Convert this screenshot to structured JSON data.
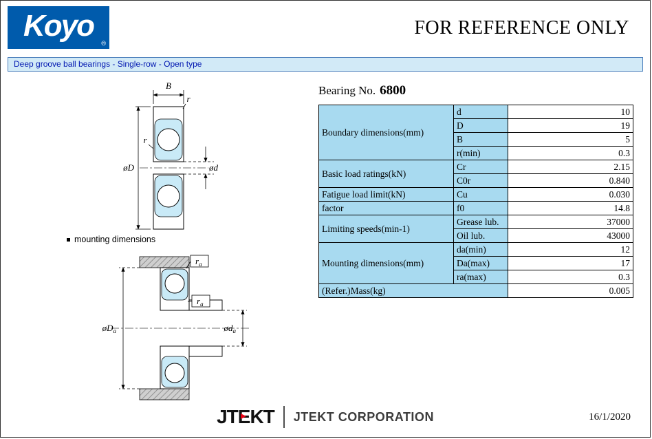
{
  "header": {
    "logo": "Koyo",
    "registered": "®",
    "reference": "FOR REFERENCE ONLY"
  },
  "banner": {
    "text": "Deep groove ball bearings - Single-row - Open type"
  },
  "title": {
    "prefix": "Bearing No.",
    "number": "6800"
  },
  "drawing": {
    "dim_B": "B",
    "dim_r_outer": "r",
    "dim_r_inner": "r",
    "dim_oD": "øD",
    "dim_od": "ød",
    "mounting_note": "mounting dimensions",
    "dim_ra_top": {
      "base": "r",
      "sub": "a"
    },
    "dim_ra_mid": {
      "base": "r",
      "sub": "a"
    },
    "dim_oDa": {
      "base": "øD",
      "sub": "a"
    },
    "dim_oda": {
      "base": "ød",
      "sub": "a"
    }
  },
  "table": {
    "groups": [
      {
        "label": "Boundary dimensions(mm)",
        "rows": [
          {
            "param": "d",
            "value": "10"
          },
          {
            "param": "D",
            "value": "19"
          },
          {
            "param": "B",
            "value": "5"
          },
          {
            "param": "r(min)",
            "value": "0.3"
          }
        ]
      },
      {
        "label": "Basic load ratings(kN)",
        "rows": [
          {
            "param": "Cr",
            "value": "2.15"
          },
          {
            "param": "C0r",
            "value": "0.840"
          }
        ]
      },
      {
        "label": "Fatigue load limit(kN)",
        "rows": [
          {
            "param": "Cu",
            "value": "0.030"
          }
        ]
      },
      {
        "label": "factor",
        "rows": [
          {
            "param": "f0",
            "value": "14.8"
          }
        ]
      },
      {
        "label": "Limiting speeds(min-1)",
        "rows": [
          {
            "param": "Grease lub.",
            "value": "37000"
          },
          {
            "param": "Oil lub.",
            "value": "43000"
          }
        ]
      },
      {
        "label": "Mounting dimensions(mm)",
        "rows": [
          {
            "param": "da(min)",
            "value": "12"
          },
          {
            "param": "Da(max)",
            "value": "17"
          },
          {
            "param": "ra(max)",
            "value": "0.3"
          }
        ]
      }
    ],
    "mass": {
      "label": "(Refer.)Mass(kg)",
      "value": "0.005"
    }
  },
  "footer": {
    "logo_jt": "JT",
    "logo_e": "E",
    "logo_kt": "KT",
    "company": "JTEKT CORPORATION",
    "date": "16/1/2020"
  },
  "colors": {
    "koyo_blue": "#005bac",
    "table_fill": "#a8daf0",
    "banner_fill": "#d2eaf7",
    "banner_text": "#0016b0",
    "accent_red": "#e60012",
    "drawing_fill": "#c9eaf7"
  }
}
